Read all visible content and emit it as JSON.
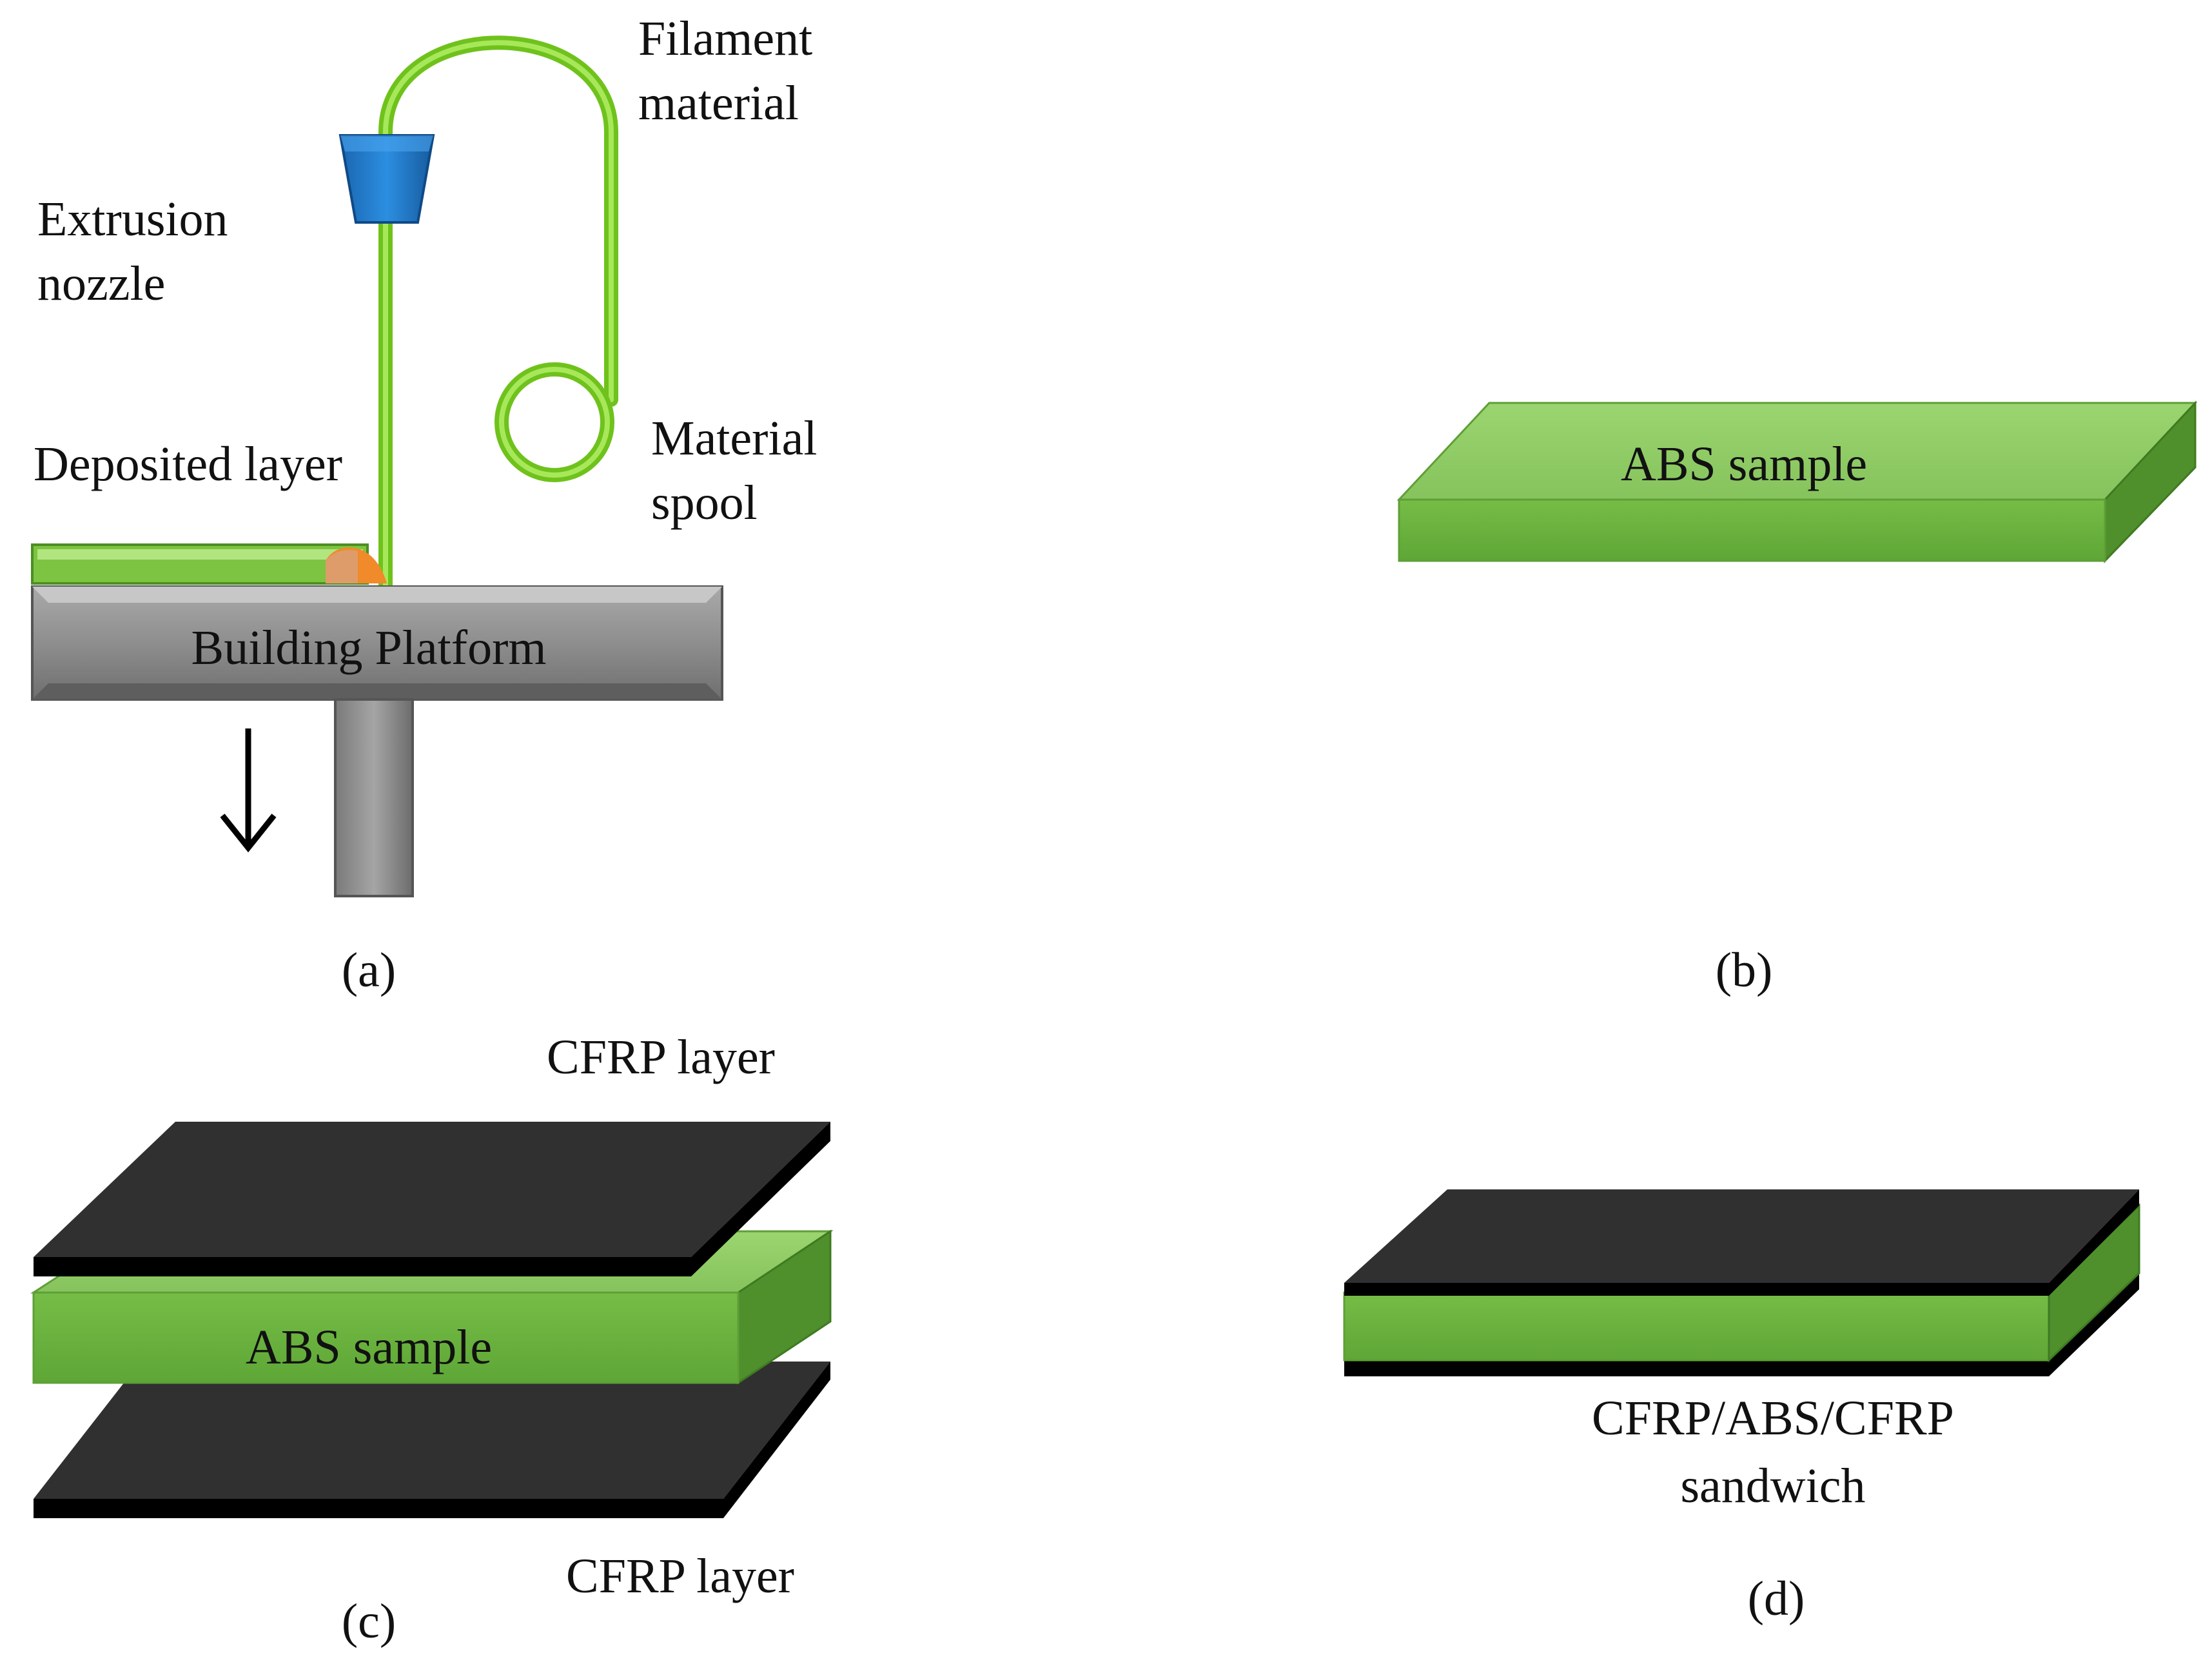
{
  "panel_a": {
    "filament_label_1": "Filament",
    "filament_label_2": "material",
    "nozzle_label_1": "Extrusion",
    "nozzle_label_2": "nozzle",
    "spool_label_1": "Material",
    "spool_label_2": "spool",
    "deposited_label": "Deposited layer",
    "platform_label": "Building Platform",
    "caption": "(a)"
  },
  "panel_b": {
    "sample_label": "ABS sample",
    "caption": "(b)"
  },
  "panel_c": {
    "top_layer_label": "CFRP layer",
    "sample_label": "ABS sample",
    "bottom_layer_label": "CFRP layer",
    "caption": "(c)"
  },
  "panel_d": {
    "sandwich_label_1": "CFRP/ABS/CFRP",
    "sandwich_label_2": "sandwich",
    "caption": "(d)"
  },
  "colors": {
    "filament": "#7ed321",
    "abs_top": "#8fcc6a",
    "abs_front": "#6ab43e",
    "abs_side": "#4f8f2c",
    "cfrp": "#2f2f2f",
    "cfrp_edge": "#000000",
    "nozzle": "#1f78c8",
    "melt": "#f08a2a",
    "platform": "#8f8f8f"
  }
}
